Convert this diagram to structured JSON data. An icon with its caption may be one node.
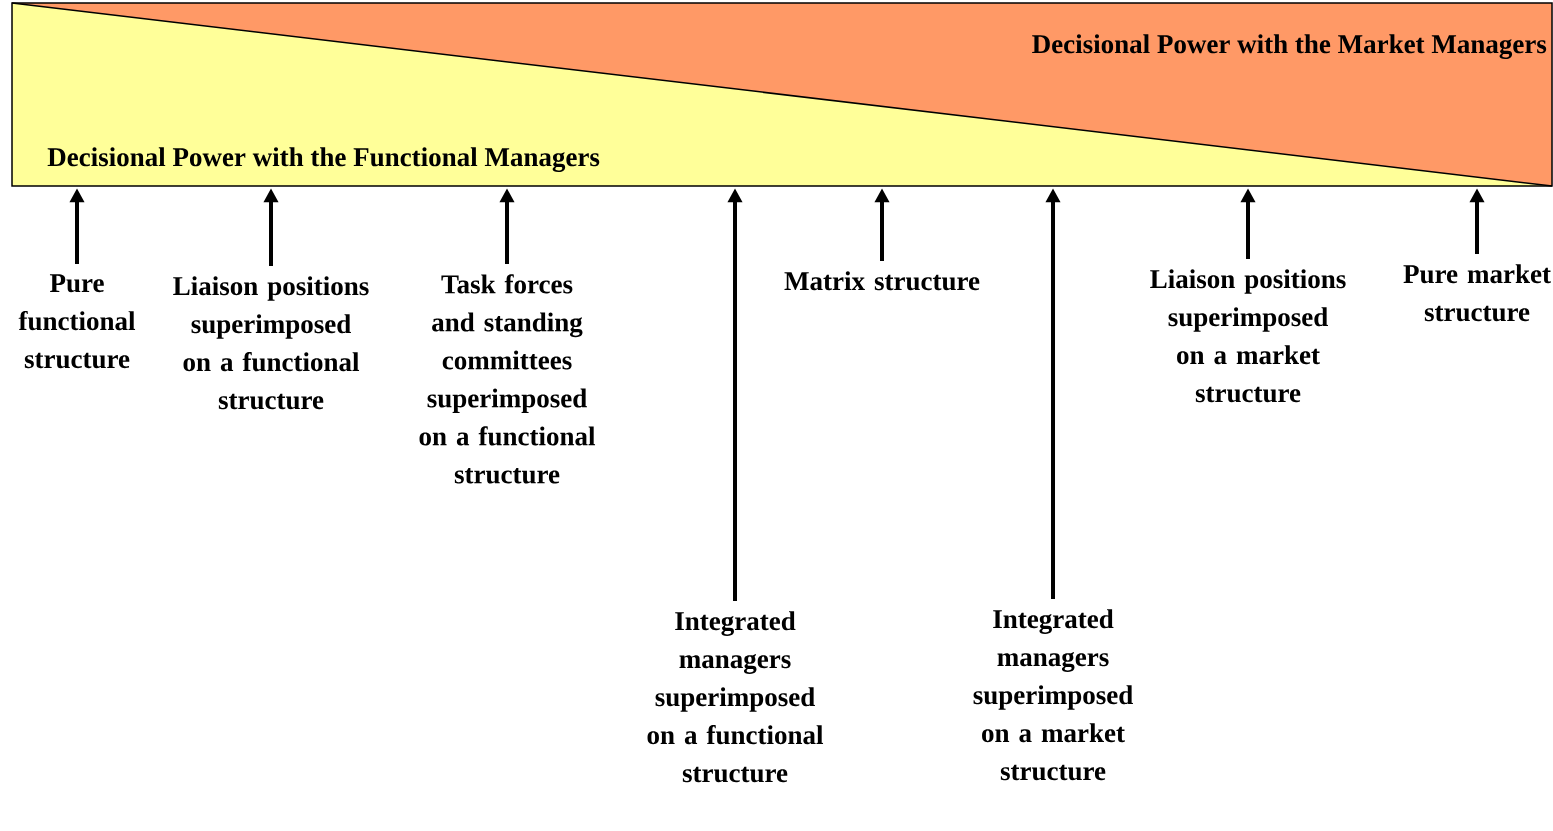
{
  "diagram": {
    "nodes": [
      {
        "text": [
          "Decisional Power with the Functional Managers"
        ]
      },
      {
        "text": [
          "Decisional Power with the Market Managers"
        ]
      },
      {
        "text": [
          "Pure functional structure"
        ]
      },
      {
        "text": [
          "Liaison positions superimposed on a functional structure"
        ]
      },
      {
        "text": [
          "Task forces and standing committees superimposed on a functional structure"
        ]
      },
      {
        "text": [
          "Integrated managers superimposed on a functional structure"
        ]
      },
      {
        "text": [
          "Matrix structure"
        ]
      },
      {
        "text": [
          "Integrated managers superimposed on a market structure"
        ]
      },
      {
        "text": [
          "Liaison positions superimposed on a market structure"
        ]
      },
      {
        "text": [
          "Pure market structure"
        ]
      }
    ],
    "edges": [
      {
        "from": 2,
        "to": 0,
        "arrow": "to"
      },
      {
        "from": 3,
        "to": 0,
        "arrow": "to"
      },
      {
        "from": 4,
        "to": 0,
        "arrow": "to"
      },
      {
        "from": 5,
        "to": 0,
        "arrow": "to"
      },
      {
        "from": 6,
        "to": 0,
        "arrow": "to"
      },
      {
        "from": 7,
        "to": 0,
        "arrow": "to"
      },
      {
        "from": 8,
        "to": 0,
        "arrow": "to"
      },
      {
        "from": 9,
        "to": 0,
        "arrow": "to"
      }
    ]
  }
}
